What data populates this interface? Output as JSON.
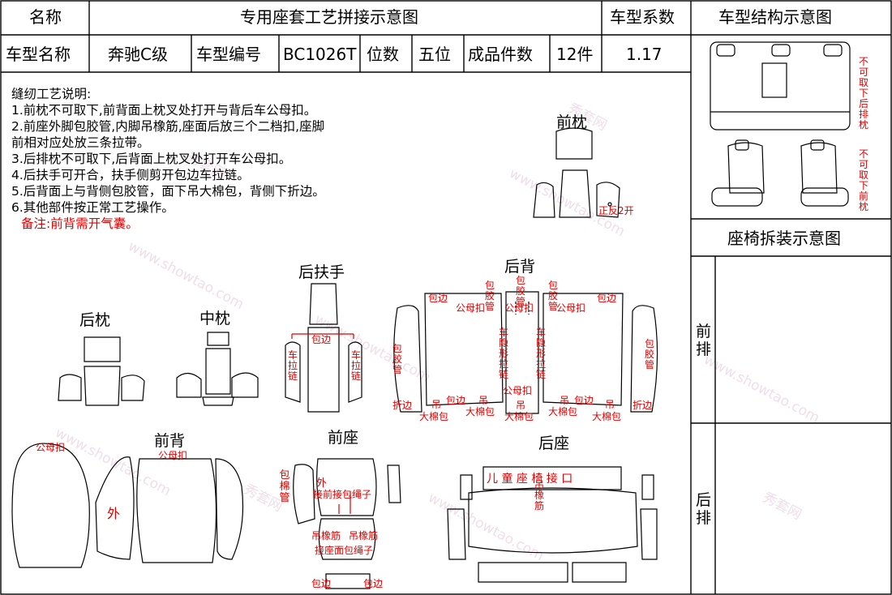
{
  "header": {
    "name_label": "名称",
    "title": "专用座套工艺拼接示意图",
    "coef_label": "车型系数",
    "structure_label": "车型结构示意图",
    "model_name_label": "车型名称",
    "model_name": "奔驰C级",
    "model_code_label": "车型编号",
    "model_code": "BC1026T",
    "seats_label": "位数",
    "seats": "五位",
    "pieces_label": "成品件数",
    "pieces": "12件",
    "coef_value": "1.17"
  },
  "notes": {
    "title": "缝纫工艺说明:",
    "items": [
      "1.前枕不可取下,前背面上枕叉处打开与背后车公母扣。",
      "2.前座外脚包胶管,内脚吊橡筋,座面后放三个二档扣,座脚",
      "前相对应处放三条拉带。",
      "3.后排枕不可取下,后背面上枕叉处打开车公母扣。",
      "4.后扶手可开合，扶手侧剪开包边车拉链。",
      "5.后背面上与背侧包胶管，面下吊大棉包，背侧下折边。",
      "6.其他部件按正常工艺操作。"
    ],
    "remark": "备注:前背需开气囊。"
  },
  "right_panel": {
    "rear_headrest_note": "不可取下后排枕",
    "front_headrest_note": "不可取下前枕",
    "disassembly_label": "座椅拆装示意图",
    "front_row_label": "前排",
    "rear_row_label": "后排"
  },
  "parts": {
    "front_headrest": {
      "title": "前枕",
      "note": "正反2开"
    },
    "rear_headrest": {
      "title": "后枕"
    },
    "middle_headrest": {
      "title": "中枕"
    },
    "rear_armrest": {
      "title": "后扶手",
      "edge": "包边",
      "zipper": "车拉链"
    },
    "rear_back": {
      "title": "后背",
      "binding": "包边",
      "tube": "包胶管",
      "snap": "公母扣",
      "zipper": "车隐形拉链",
      "fold": "折边",
      "hang": "吊",
      "cotton": "大棉包"
    },
    "front_back": {
      "title": "前背",
      "snap": "公母扣",
      "outer": "外"
    },
    "front_seat": {
      "title": "前座",
      "tube": "包棉管",
      "outer": "外",
      "rope_front": "接前接包绳子",
      "elastic": "吊橡筋",
      "rope_seat": "接座面包绳子",
      "binding": "包边"
    },
    "rear_seat": {
      "title": "后座",
      "child_seat": "儿 童 座 椅 接 口",
      "elastic": "吊橡筋"
    }
  },
  "watermark": {
    "cn": "秀套网",
    "url": "www.showtao.com"
  }
}
